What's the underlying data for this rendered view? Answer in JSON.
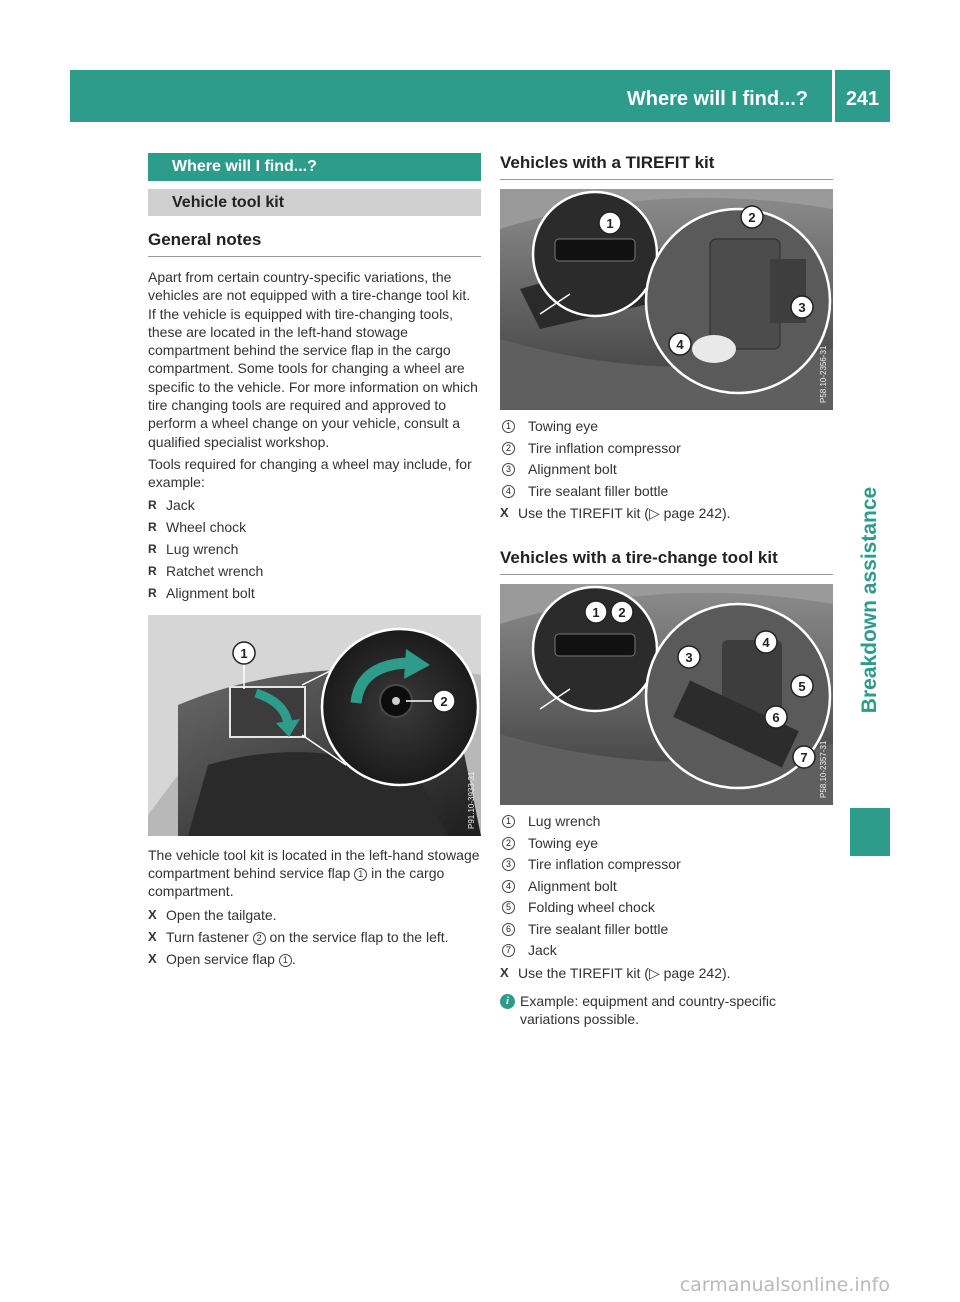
{
  "header": {
    "title": "Where will I find...?",
    "page": "241"
  },
  "side_tab": {
    "label": "Breakdown assistance"
  },
  "left": {
    "section_title": "Where will I find...?",
    "subsection_title": "Vehicle tool kit",
    "heading": "General notes",
    "para1": "Apart from certain country-specific variations, the vehicles are not equipped with a tire-change tool kit. If the vehicle is equipped with tire-changing tools, these are located in the left-hand stowage compartment behind the service flap in the cargo compartment. Some tools for changing a wheel are specific to the vehicle. For more information on which tire changing tools are required and approved to perform a wheel change on your vehicle, consult a qualified specialist workshop.",
    "para2": "Tools required for changing a wheel may include, for example:",
    "tools": [
      "Jack",
      "Wheel chock",
      "Lug wrench",
      "Ratchet wrench",
      "Alignment bolt"
    ],
    "figure": {
      "code": "P91.10-3933-31",
      "callouts": [
        "1",
        "2"
      ]
    },
    "loc_text_before": "The vehicle tool kit is located in the left-hand stowage compartment behind service flap ",
    "loc_num": "1",
    "loc_text_after": " in the cargo compartment.",
    "step1": "Open the tailgate.",
    "step2_before": "Turn fastener ",
    "step2_num": "2",
    "step2_after": " on the service flap to the left.",
    "step3_before": "Open service flap ",
    "step3_num": "1",
    "step3_after": "."
  },
  "right": {
    "heading1": "Vehicles with a TIREFIT kit",
    "figure1": {
      "code": "P58.10-2356-31",
      "callouts": [
        "1",
        "2",
        "3",
        "4"
      ]
    },
    "legend1": [
      {
        "num": "1",
        "text": "Towing eye"
      },
      {
        "num": "2",
        "text": "Tire inflation compressor"
      },
      {
        "num": "3",
        "text": "Alignment bolt"
      },
      {
        "num": "4",
        "text": "Tire sealant filler bottle"
      }
    ],
    "action1": "Use the TIREFIT kit (▷ page 242).",
    "heading2": "Vehicles with a tire-change tool kit",
    "figure2": {
      "code": "P58.10-2357-31",
      "callouts": [
        "1",
        "2",
        "3",
        "4",
        "5",
        "6",
        "7"
      ]
    },
    "legend2": [
      {
        "num": "1",
        "text": "Lug wrench"
      },
      {
        "num": "2",
        "text": "Towing eye"
      },
      {
        "num": "3",
        "text": "Tire inflation compressor"
      },
      {
        "num": "4",
        "text": "Alignment bolt"
      },
      {
        "num": "5",
        "text": "Folding wheel chock"
      },
      {
        "num": "6",
        "text": "Tire sealant filler bottle"
      },
      {
        "num": "7",
        "text": "Jack"
      }
    ],
    "action2": "Use the TIREFIT kit (▷ page 242).",
    "info_icon": "i",
    "info": "Example: equipment and country-specific variations possible."
  },
  "footer": {
    "watermark": "carmanualsonline.info"
  },
  "colors": {
    "accent": "#2e9c8a",
    "subsection_bg": "#cfcfcf"
  }
}
